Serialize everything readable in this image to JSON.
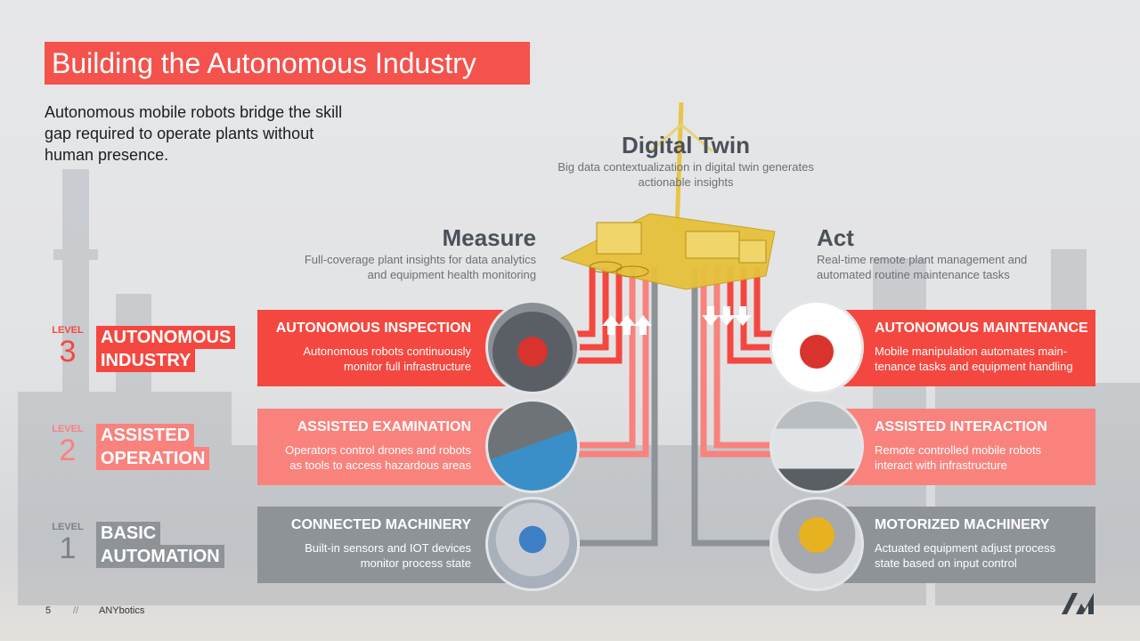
{
  "title": "Building the Autonomous Industry",
  "subtitle": "Autonomous mobile robots bridge the skill gap required to operate plants without human presence.",
  "digital_twin": {
    "heading": "Digital Twin",
    "text": "Big data contextualization in digital twin generates actionable insights"
  },
  "measure": {
    "heading": "Measure",
    "text": "Full-coverage plant insights for data analytics and equipment health monitoring"
  },
  "act": {
    "heading": "Act",
    "text": "Real-time remote plant management and automated routine maintenance tasks"
  },
  "levels": [
    {
      "label": "LEVEL",
      "number": "3",
      "line1": "AUTONOMOUS",
      "line2": "INDUSTRY",
      "color": "#f4473f",
      "left": {
        "title": "AUTONOMOUS INSPECTION",
        "text": "Autonomous robots continuously monitor full infrastructure"
      },
      "right": {
        "title": "AUTONOMOUS MAINTENANCE",
        "text": "Mobile manipulation automates main-tenance tasks and equipment handling"
      }
    },
    {
      "label": "LEVEL",
      "number": "2",
      "line1": "ASSISTED",
      "line2": "OPERATION",
      "color": "#f9827d",
      "left": {
        "title": "ASSISTED EXAMINATION",
        "text": "Operators control drones and robots as tools to access hazardous areas"
      },
      "right": {
        "title": "ASSISTED INTERACTION",
        "text": "Remote controlled mobile robots interact with infrastructure"
      }
    },
    {
      "label": "LEVEL",
      "number": "1",
      "line1": "BASIC",
      "line2": "AUTOMATION",
      "color": "#8e9398",
      "left": {
        "title": "CONNECTED MACHINERY",
        "text": "Built-in sensors and IOT devices monitor process state"
      },
      "right": {
        "title": "MOTORIZED MACHINERY",
        "text": "Actuated equipment adjust process state based on input control"
      }
    }
  ],
  "footer": {
    "page": "5",
    "sep": "//",
    "brand": "ANYbotics"
  }
}
